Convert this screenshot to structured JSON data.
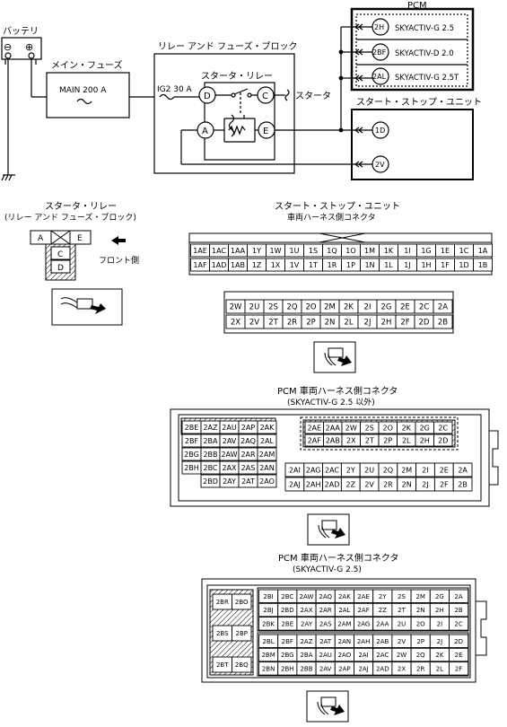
{
  "wiring": {
    "battery_label": "バッテリ",
    "battery_minus": "⊖",
    "battery_plus": "⊕",
    "main_fuse_label": "メイン・フューズ",
    "main_fuse_value": "MAIN 200 A",
    "block_label": "リレー アンド フューズ・ブロック",
    "ig2_fuse": "IG2 30 A",
    "starter_relay_label": "スタータ・リレー",
    "starter_label": "スタータ",
    "terminal_d": "D",
    "terminal_c": "C",
    "terminal_a": "A",
    "terminal_e": "E",
    "pcm_label": "PCM",
    "pcm_pins": [
      "2H",
      "2BF",
      "2AL"
    ],
    "pcm_variants": [
      "SKYACTIV-G 2.5",
      "SKYACTIV-D 2.0",
      "SKYACTIV-G 2.5T"
    ],
    "ssu_label": "スタート・ストップ・ユニット",
    "ssu_pins": [
      "1D",
      "2V"
    ]
  },
  "relay_connector": {
    "title": "スタータ・リレー",
    "subtitle": "(リレー アンド フューズ・ブロック)",
    "top_row": [
      "A",
      "E"
    ],
    "bottom_col": [
      "C",
      "D"
    ],
    "front_label": "フロント側"
  },
  "ssu_connector": {
    "title": "スタート・ストップ・ユニット",
    "subtitle": "車両ハーネス側コネクタ",
    "row1": [
      "1AE",
      "1AC",
      "1AA",
      "1Y",
      "1W",
      "1U",
      "1S",
      "1Q",
      "1O",
      "1M",
      "1K",
      "1I",
      "1G",
      "1E",
      "1C",
      "1A"
    ],
    "row2": [
      "1AF",
      "1AD",
      "1AB",
      "1Z",
      "1X",
      "1V",
      "1T",
      "1R",
      "1P",
      "1N",
      "1L",
      "1J",
      "1H",
      "1F",
      "1D",
      "1B"
    ],
    "row3": [
      "2W",
      "2U",
      "2S",
      "2Q",
      "2O",
      "2M",
      "2K",
      "2I",
      "2G",
      "2E",
      "2C",
      "2A"
    ],
    "row4": [
      "2X",
      "2V",
      "2T",
      "2R",
      "2P",
      "2N",
      "2L",
      "2J",
      "2H",
      "2F",
      "2D",
      "2B"
    ]
  },
  "pcm1": {
    "title": "PCM 車両ハーネス側コネクタ",
    "subtitle": "(SKYACTIV-G 2.5 以外)",
    "left": [
      [
        "2BE",
        "2AZ",
        "2AU",
        "2AP",
        "2AK"
      ],
      [
        "2BF",
        "2BA",
        "2AV",
        "2AQ",
        "2AL"
      ],
      [
        "2BG",
        "2BB",
        "2AW",
        "2AR",
        "2AM"
      ],
      [
        "2BH",
        "2BC",
        "2AX",
        "2AS",
        "2AN"
      ],
      [
        "",
        "2BD",
        "2AY",
        "2AT",
        "2AO"
      ]
    ],
    "right_top": [
      [
        "2AE",
        "2AA",
        "2W",
        "2S",
        "2O",
        "2K",
        "2G",
        "2C"
      ],
      [
        "2AF",
        "2AB",
        "2X",
        "2T",
        "2P",
        "2L",
        "2H",
        "2D"
      ]
    ],
    "right_bottom": [
      [
        "2AI",
        "2AG",
        "2AC",
        "2Y",
        "2U",
        "2Q",
        "2M",
        "2I",
        "2E",
        "2A"
      ],
      [
        "2AJ",
        "2AH",
        "2AD",
        "2Z",
        "2V",
        "2R",
        "2N",
        "2J",
        "2F",
        "2B"
      ]
    ]
  },
  "pcm2": {
    "title": "PCM 車両ハーネス側コネクタ",
    "subtitle": "(SKYACTIV-G 2.5)",
    "left_top": [
      "2BR",
      "2BO"
    ],
    "left_mid": [
      "2BS",
      "2BP"
    ],
    "left_bot": [
      "2BT",
      "2BQ"
    ],
    "grid": [
      [
        "2BI",
        "2BC",
        "2AW",
        "2AQ",
        "2AK",
        "2AE",
        "2Y",
        "2S",
        "2M",
        "2G",
        "2A"
      ],
      [
        "2BJ",
        "2BD",
        "2AX",
        "2AR",
        "2AL",
        "2AF",
        "2Z",
        "2T",
        "2N",
        "2H",
        "2B"
      ],
      [
        "2BK",
        "2BE",
        "2AY",
        "2AS",
        "2AM",
        "2AG",
        "2AA",
        "2U",
        "2O",
        "2I",
        "2C"
      ],
      [
        "2BL",
        "2BF",
        "2AZ",
        "2AT",
        "2AN",
        "2AH",
        "2AB",
        "2V",
        "2P",
        "2J",
        "2D"
      ],
      [
        "2BM",
        "2BG",
        "2BA",
        "2AU",
        "2AO",
        "2AI",
        "2AC",
        "2W",
        "2Q",
        "2K",
        "2E"
      ],
      [
        "2BN",
        "2BH",
        "2BB",
        "2AV",
        "2AP",
        "2AJ",
        "2AD",
        "2X",
        "2R",
        "2L",
        "2F"
      ]
    ]
  }
}
